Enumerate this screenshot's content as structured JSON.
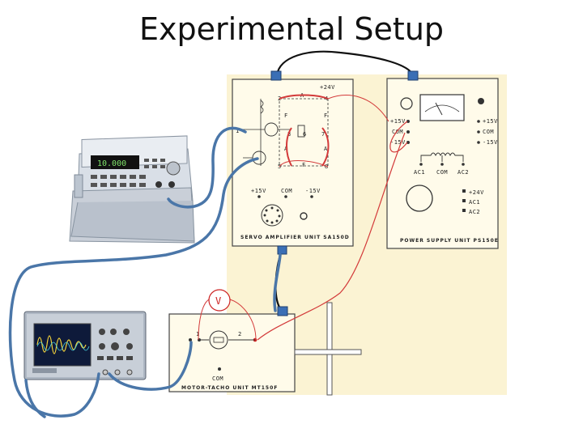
{
  "title": "Experimental Setup",
  "colors": {
    "cable_blue": "#4a76a8",
    "connector_blue": "#3b6fb5",
    "wire_red": "#d33a3a",
    "wire_black": "#111111",
    "panel_bg": "#fdf6d8"
  },
  "servo_amp": {
    "top_label": "+24V",
    "terminals": [
      "2",
      "1",
      "3",
      "4",
      "5",
      "6",
      "7",
      "8"
    ],
    "letters": [
      "A",
      "F",
      "F",
      "A",
      "F",
      "A"
    ],
    "supply": [
      "+15V",
      "COM",
      "-15V"
    ],
    "name": "SERVO AMPLIFIER UNIT SA150D"
  },
  "power_supply": {
    "left_labels": [
      "+15V",
      "COM",
      "-15V"
    ],
    "right_labels": [
      "+15V",
      "COM",
      "-15V"
    ],
    "ac_labels": [
      "AC1",
      "COM",
      "AC2"
    ],
    "out_labels": [
      "+24V",
      "AC1",
      "AC2"
    ],
    "name": "POWER SUPPLY UNIT PS150E"
  },
  "motor_tacho": {
    "meter": "V",
    "terminals": [
      "1",
      "2"
    ],
    "com": "COM",
    "name": "MOTOR-TACHO UNIT MT150F"
  }
}
